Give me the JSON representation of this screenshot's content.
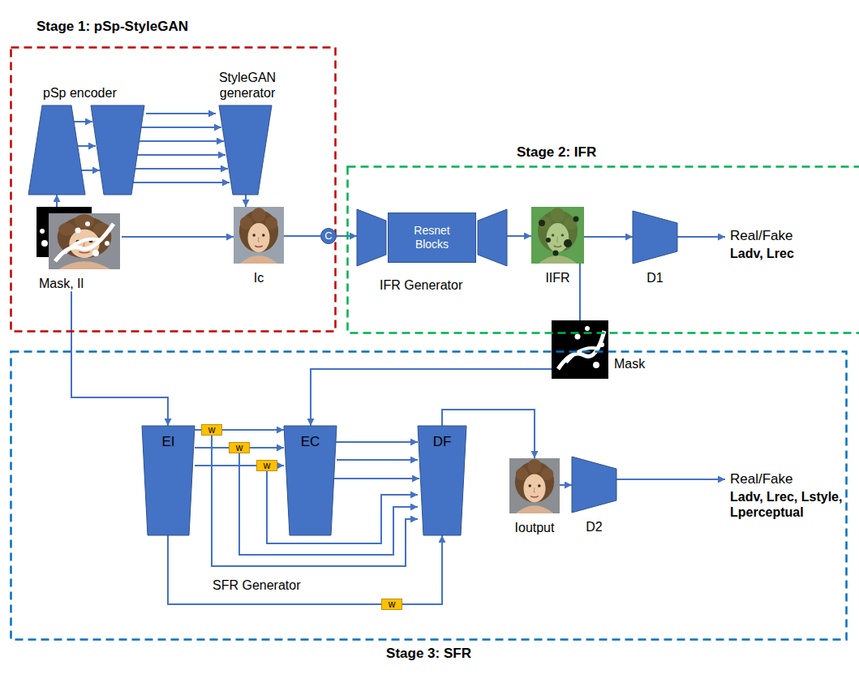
{
  "diagram": {
    "nodes": [
      {
        "text": [
          "Stage 1: pSp-StyleGAN"
        ]
      },
      {
        "text": [
          "pSp encoder"
        ],
        "in": 0
      },
      {
        "text": [
          "StyleGAN generator"
        ],
        "in": 0
      },
      {
        "text": [
          "Mask, Il"
        ],
        "in": 0
      },
      {
        "text": [
          "Ic"
        ],
        "in": 0
      },
      {
        "text": [
          "C"
        ]
      },
      {
        "text": [
          "Stage 2: IFR"
        ]
      },
      {
        "text": [
          "IFR Generator"
        ],
        "in": 6
      },
      {
        "text": [
          "Resnet Blocks"
        ],
        "in": 7
      },
      {
        "text": [
          "IIFR"
        ],
        "in": 6
      },
      {
        "text": [
          "D1"
        ],
        "in": 6
      },
      {
        "text": [
          "Mask"
        ]
      },
      {
        "text": [
          "Stage 3: SFR"
        ]
      },
      {
        "text": [
          "EI"
        ],
        "in": 12
      },
      {
        "text": [
          "EC"
        ],
        "in": 12
      },
      {
        "text": [
          "DF"
        ],
        "in": 12
      },
      {
        "text": [
          "Ioutput"
        ],
        "in": 12
      },
      {
        "text": [
          "D2"
        ],
        "in": 12
      },
      {
        "text": [
          "w"
        ],
        "in": 12
      },
      {
        "text": [
          "w"
        ],
        "in": 12
      },
      {
        "text": [
          "w"
        ],
        "in": 12
      },
      {
        "text": [
          "w"
        ],
        "in": 12
      }
    ],
    "edges": [
      {
        "from": 3,
        "to": 1,
        "arrow": "to"
      },
      {
        "from": 1,
        "to": 2,
        "arrow": "to"
      },
      {
        "from": 2,
        "to": 4,
        "arrow": "to"
      },
      {
        "from": 3,
        "to": 4,
        "arrow": "to"
      },
      {
        "from": 4,
        "to": 5,
        "arrow": "none"
      },
      {
        "from": 5,
        "to": 7,
        "arrow": "to"
      },
      {
        "from": 7,
        "to": 9,
        "arrow": "to"
      },
      {
        "from": 9,
        "to": 10,
        "arrow": "to"
      },
      {
        "from": 9,
        "to": 11,
        "arrow": "none"
      },
      {
        "from": 11,
        "to": 14,
        "arrow": "to"
      },
      {
        "from": 3,
        "to": 13,
        "arrow": "to"
      },
      {
        "from": 13,
        "to": 18,
        "arrow": "none"
      },
      {
        "from": 18,
        "to": 14,
        "arrow": "to"
      },
      {
        "from": 13,
        "to": 19,
        "arrow": "none"
      },
      {
        "from": 19,
        "to": 14,
        "arrow": "to"
      },
      {
        "from": 13,
        "to": 20,
        "arrow": "none"
      },
      {
        "from": 20,
        "to": 14,
        "arrow": "to"
      },
      {
        "from": 14,
        "to": 15,
        "arrow": "to"
      },
      {
        "from": 13,
        "to": 21,
        "arrow": "none"
      },
      {
        "from": 21,
        "to": 15,
        "arrow": "to"
      },
      {
        "from": 15,
        "to": 16,
        "arrow": "to"
      },
      {
        "from": 16,
        "to": 17,
        "arrow": "to"
      },
      {
        "from": 18,
        "to": 15,
        "arrow": "to"
      },
      {
        "from": 19,
        "to": 15,
        "arrow": "to"
      },
      {
        "from": 20,
        "to": 15,
        "arrow": "to"
      }
    ],
    "labels": [
      "Real/Fake",
      "Ladv, Lrec",
      "Real/Fake",
      "Ladv, Lrec, Lstyle, Lperceptual",
      "SFR Generator"
    ]
  }
}
